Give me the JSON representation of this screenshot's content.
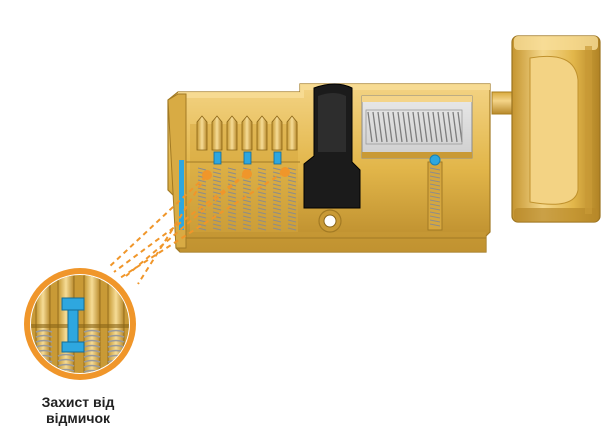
{
  "caption": {
    "line1": "Захист від",
    "line2": "відмичок"
  },
  "colors": {
    "brass": "#e2b64a",
    "brass_light": "#f4d488",
    "brass_dark": "#a87c1c",
    "accent_orange": "#f0962a",
    "pin_blue": "#2ea7df",
    "cam_black": "#1b1b1b",
    "spring_gray": "#a5a5a5"
  },
  "icons": {
    "diagram": "euro-lock-cylinder-cutaway",
    "detail": "anti-pick-pin-magnifier"
  }
}
